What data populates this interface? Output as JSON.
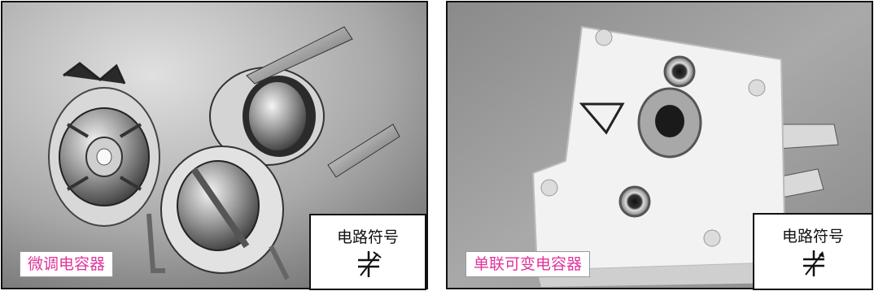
{
  "left_panel": {
    "caption": "微调电容器",
    "symbol_label": "电路符号",
    "caption_color": "#e0349a"
  },
  "right_panel": {
    "caption": "单联可变电容器",
    "symbol_label": "电路符号",
    "caption_color": "#e0349a"
  }
}
